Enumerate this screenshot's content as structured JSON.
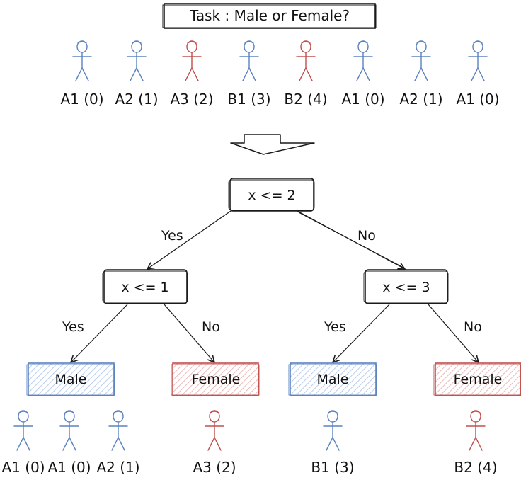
{
  "title": "Task : Male or Female?",
  "colors": {
    "male": "#5b82bf",
    "female": "#c0504d",
    "male_fill": "#dbe6f5",
    "female_fill": "#f5dcdc",
    "ink": "#1a1a1a"
  },
  "top_people": [
    {
      "label": "A1 (0)",
      "sex": "male"
    },
    {
      "label": "A2 (1)",
      "sex": "male"
    },
    {
      "label": "A3 (2)",
      "sex": "female"
    },
    {
      "label": "B1 (3)",
      "sex": "male"
    },
    {
      "label": "B2 (4)",
      "sex": "female"
    },
    {
      "label": "A1 (0)",
      "sex": "male"
    },
    {
      "label": "A2 (1)",
      "sex": "male"
    },
    {
      "label": "A1 (0)",
      "sex": "male"
    }
  ],
  "tree": {
    "root": {
      "condition": "x <= 2"
    },
    "left": {
      "condition": "x <= 1"
    },
    "right": {
      "condition": "x <= 3"
    },
    "edge_yes": "Yes",
    "edge_no": "No",
    "leaves": [
      {
        "label": "Male",
        "class": "male"
      },
      {
        "label": "Female",
        "class": "female"
      },
      {
        "label": "Male",
        "class": "male"
      },
      {
        "label": "Female",
        "class": "female"
      }
    ]
  },
  "leaf_people": [
    [
      {
        "label": "A1 (0)",
        "sex": "male"
      },
      {
        "label": "A1 (0)",
        "sex": "male"
      },
      {
        "label": "A2 (1)",
        "sex": "male"
      }
    ],
    [
      {
        "label": "A3 (2)",
        "sex": "female"
      }
    ],
    [
      {
        "label": "B1 (3)",
        "sex": "male"
      }
    ],
    [
      {
        "label": "B2 (4)",
        "sex": "female"
      }
    ]
  ]
}
